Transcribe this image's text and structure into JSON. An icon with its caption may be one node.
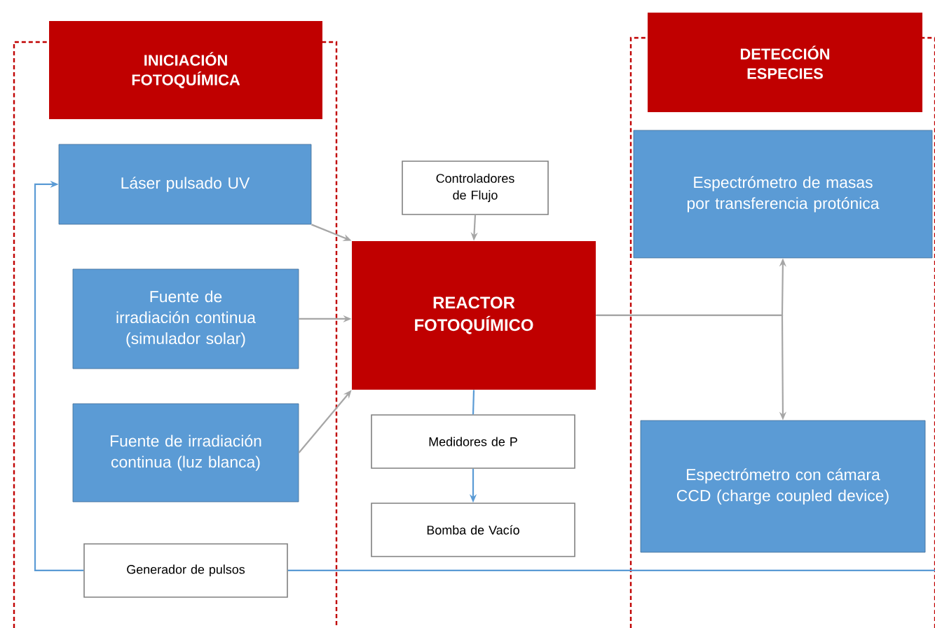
{
  "diagram": {
    "nodes": [
      {
        "text": [
          "INICIACIÓN FOTOQUÍMICA"
        ]
      },
      {
        "text": [
          "Láser pulsado UV"
        ],
        "in": 0
      },
      {
        "text": [
          "Fuente de irradiación continua (simulador solar)"
        ],
        "in": 0
      },
      {
        "text": [
          "Fuente de irradiación continua (luz blanca)"
        ],
        "in": 0
      },
      {
        "text": [
          "Generador de pulsos"
        ],
        "in": 0
      },
      {
        "text": [
          "Controladores de Flujo"
        ]
      },
      {
        "text": [
          "REACTOR FOTOQUÍMICO"
        ]
      },
      {
        "text": [
          "Medidores de P"
        ]
      },
      {
        "text": [
          "Bomba de Vacío"
        ]
      },
      {
        "text": [
          "DETECCIÓN ESPECIES"
        ]
      },
      {
        "text": [
          "Espectrómetro de masas por transferencia protónica"
        ],
        "in": 9
      },
      {
        "text": [
          "Espectrómetro con cámara CCD (charge coupled device)"
        ],
        "in": 9
      }
    ],
    "edges": [
      {
        "from": 1,
        "to": 6,
        "arrow": "to"
      },
      {
        "from": 2,
        "to": 6,
        "arrow": "to"
      },
      {
        "from": 3,
        "to": 6,
        "arrow": "to"
      },
      {
        "from": 5,
        "to": 6,
        "arrow": "to"
      },
      {
        "from": 6,
        "to": 7,
        "arrow": "none",
        "color": "#5b9bd5"
      },
      {
        "from": 7,
        "to": 8,
        "arrow": "to",
        "color": "#5b9bd5"
      },
      {
        "from": 6,
        "to": 10,
        "arrow": "to"
      },
      {
        "from": 6,
        "to": 11,
        "arrow": "to"
      },
      {
        "from": 4,
        "to": 1,
        "arrow": "to",
        "color": "#5b9bd5"
      },
      {
        "from": 4,
        "to": 9,
        "arrow": "none",
        "color": "#5b9bd5"
      }
    ]
  }
}
